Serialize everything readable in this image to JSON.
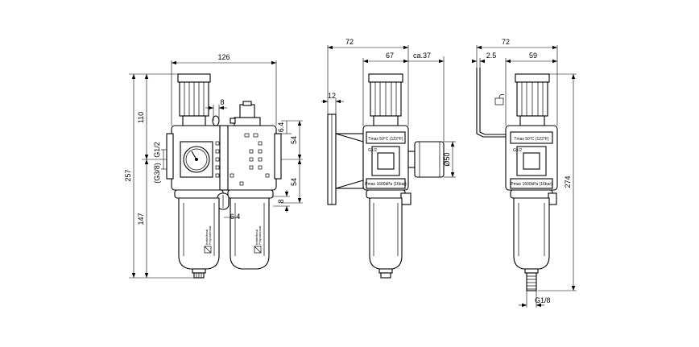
{
  "views": {
    "front": {
      "dims": {
        "width": "126",
        "height_total": "257",
        "height_top": "110",
        "height_bottom": "147",
        "port": "G1/2",
        "port_alt": "(G3/8)",
        "bolt_spacing": "8",
        "bolt_offset": "6.4",
        "face_upper": "54",
        "face_lower": "54",
        "bottom_spacing": "8",
        "bottom_offset": "6.4"
      },
      "bowl_text_left": "Polycarbonat",
      "bowl_text_left2": "bottle/bowl",
      "bowl_text_right": "Polycarbonat",
      "bowl_text_right2": "bottle/bowl"
    },
    "side": {
      "dims": {
        "overall": "72",
        "body": "67",
        "gauge_projection": "ca.37",
        "flange": "12",
        "gauge_dia": "Ø50"
      },
      "label_top": "Tmax 50°C (122°F)",
      "label_bottom": "Pmax 1600kPa (16bar)",
      "port": "G1/2"
    },
    "back": {
      "dims": {
        "overall": "72",
        "body": "59",
        "offset": "2.5",
        "height": "274",
        "drain": "G1/8"
      },
      "label_top": "Tmax 50°C (122°F)",
      "label_bottom": "Pmax 1600kPa (16bar)",
      "port": "G1/2"
    }
  }
}
